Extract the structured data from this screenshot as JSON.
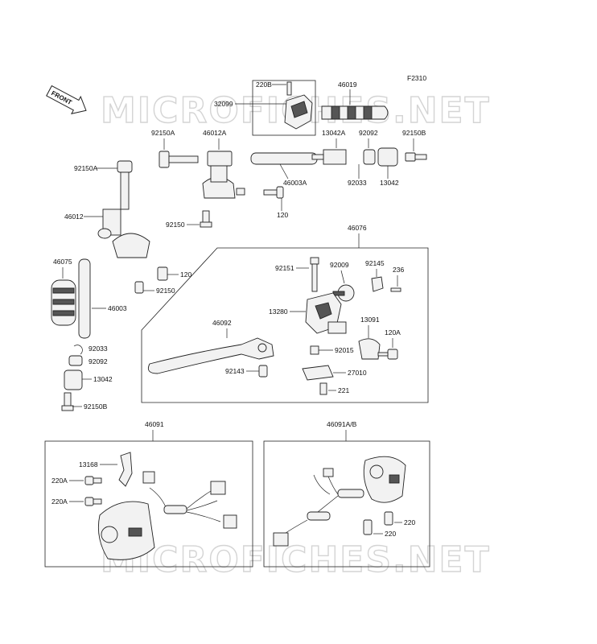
{
  "figure_code": "F2310",
  "front_badge": "FRONT",
  "watermark": "MICROFICHES.NET",
  "labels": {
    "p220B": "220B",
    "p46019": "46019",
    "p32099": "32099",
    "p92150A_top": "92150A",
    "p46012A": "46012A",
    "p13042A": "13042A",
    "p92092_top": "92092",
    "p92150B_top": "92150B",
    "p92150A_left": "92150A",
    "p46003A": "46003A",
    "p92033_top": "92033",
    "p13042_top": "13042",
    "p46012": "46012",
    "p92150_mid": "92150",
    "p120_mid": "120",
    "p46076": "46076",
    "p46075": "46075",
    "p120_low": "120",
    "p92150_low": "92150",
    "p46003": "46003",
    "p92151": "92151",
    "p92009": "92009",
    "p92145": "92145",
    "p236": "236",
    "p13280": "13280",
    "p46092": "46092",
    "p13091": "13091",
    "p120A": "120A",
    "p92015": "92015",
    "p92143": "92143",
    "p27010": "27010",
    "p221": "221",
    "p92033_low": "92033",
    "p92092_low": "92092",
    "p13042_low": "13042",
    "p92150B_low": "92150B",
    "p46091": "46091",
    "p46091AB": "46091A/B",
    "p13168": "13168",
    "p220A_1": "220A",
    "p220A_2": "220A",
    "p220_1": "220",
    "p220_2": "220"
  }
}
